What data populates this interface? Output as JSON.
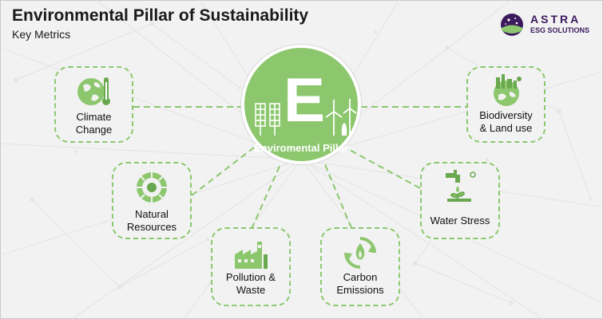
{
  "header": {
    "title": "Environmental Pillar of Sustainability",
    "subtitle": "Key Metrics"
  },
  "logo": {
    "name": "ASTRA",
    "tagline": "ESG SOLUTIONS"
  },
  "hub": {
    "letter": "E",
    "label": "Enviromental Pillar"
  },
  "nodes": {
    "climate": {
      "line1": "Climate",
      "line2": "Change",
      "icon": "globe-thermometer-icon"
    },
    "resources": {
      "line1": "Natural",
      "line2": "Resources",
      "icon": "resources-wheel-icon"
    },
    "pollution": {
      "line1": "Pollution &",
      "line2": "Waste",
      "icon": "factory-recycle-icon"
    },
    "carbon": {
      "line1": "Carbon",
      "line2": "Emissions",
      "icon": "fire-cycle-icon"
    },
    "water": {
      "line1": "Water Stress",
      "line2": "",
      "icon": "tap-plant-icon"
    },
    "biodiversity": {
      "line1": "Biodiversity",
      "line2": "& Land use",
      "icon": "city-globe-icon"
    }
  },
  "colors": {
    "accent": "#8cc76e",
    "icon_dark": "#6aa84f",
    "logo": "#3b1a5e"
  }
}
